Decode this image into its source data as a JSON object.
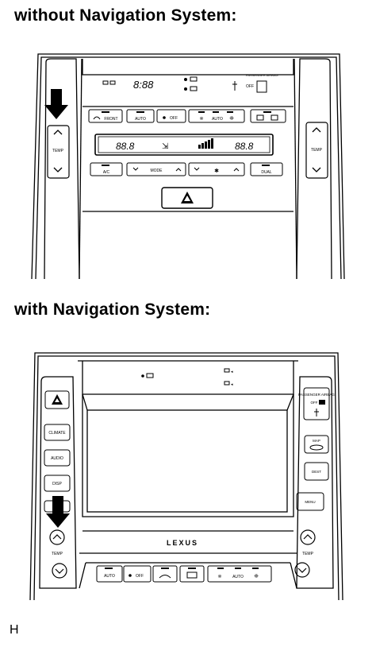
{
  "headings": {
    "without_nav": "without Navigation System:",
    "with_nav": "with Navigation System:"
  },
  "without_nav_panel": {
    "temp_label_left": "TEMP",
    "temp_label_right": "TEMP",
    "display_time": "8:88",
    "display_temp_left": "88.8",
    "display_temp_right": "88.8",
    "passenger_airbag_label": "PASSENGER AIRBAG",
    "airbag_off_label": "OFF",
    "buttons_row1": [
      "FRONT",
      "AUTO",
      "OFF",
      "AUTO",
      ""
    ],
    "buttons_row2": [
      "A/C",
      "MODE",
      "",
      "DUAL"
    ],
    "hazard_icon": "warning-triangle-icon",
    "pointer_icon": "black-arrow-down-icon"
  },
  "with_nav_panel": {
    "left_buttons": [
      "",
      "CLIMATE",
      "AUDIO",
      "DISP"
    ],
    "right_buttons": [
      "DEST",
      "MENU"
    ],
    "map_button": "MAP",
    "passenger_airbag_label": "PASSENGER AIRBAG",
    "airbag_off_label": "OFF",
    "temp_label_left": "TEMP",
    "temp_label_right": "TEMP",
    "brand": "LEXUS",
    "bottom_buttons": [
      "AUTO",
      "OFF",
      "",
      "",
      "AUTO",
      ""
    ],
    "hazard_icon": "warning-triangle-icon",
    "pointer_icon": "black-arrow-down-icon"
  },
  "footer_letter": "H"
}
